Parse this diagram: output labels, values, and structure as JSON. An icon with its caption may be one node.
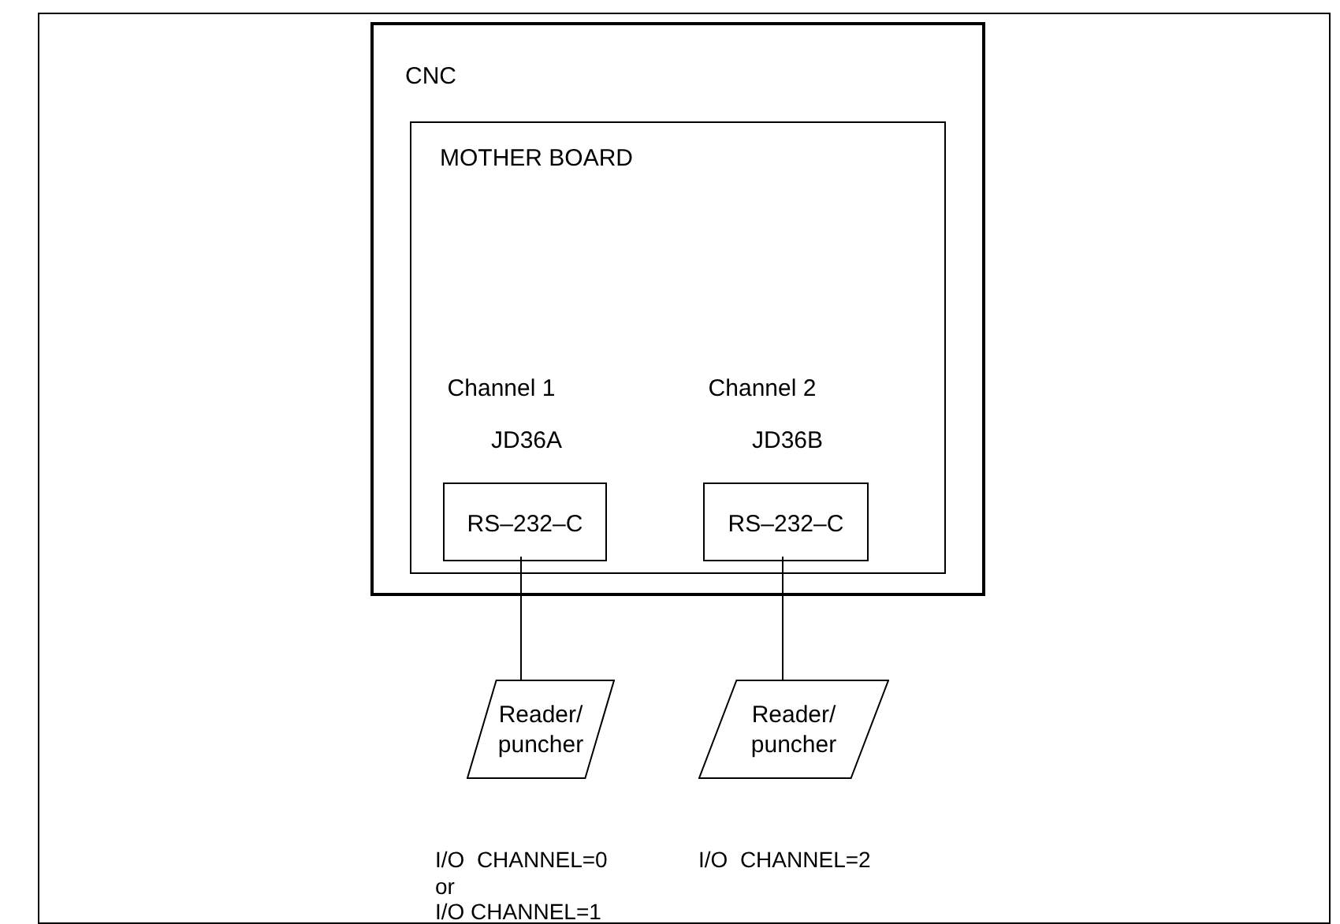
{
  "diagram": {
    "nodes": [
      {
        "text": [
          "CNC"
        ]
      },
      {
        "text": [
          "MOTHER BOARD"
        ],
        "in": 0
      },
      {
        "text": [
          "RS–232–C"
        ],
        "in": 1,
        "beside": [
          "Channel 1",
          "JD36A"
        ]
      },
      {
        "text": [
          "RS–232–C"
        ],
        "in": 1,
        "beside": [
          "Channel 2",
          "JD36B"
        ]
      },
      {
        "text": [
          "Reader/ puncher"
        ]
      },
      {
        "text": [
          "Reader/ puncher"
        ]
      }
    ],
    "edges": [
      {
        "from": 2,
        "to": 4,
        "arrow": "none"
      },
      {
        "from": 3,
        "to": 5,
        "arrow": "none"
      }
    ],
    "labels": [
      "I/O  CHANNEL=0",
      "or",
      "I/O CHANNEL=1",
      "I/O  CHANNEL=2"
    ]
  }
}
